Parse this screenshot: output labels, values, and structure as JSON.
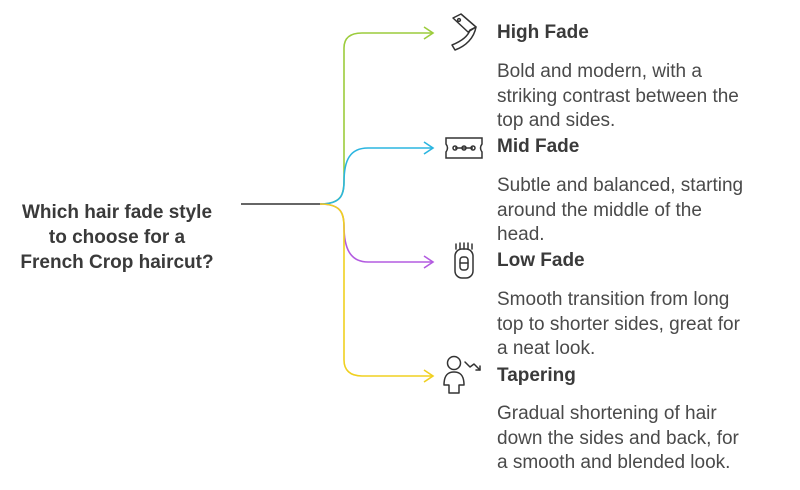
{
  "question": {
    "line1": "Which hair fade style",
    "line2": "to choose for a",
    "line3": "French Crop haircut?"
  },
  "options": [
    {
      "title": "High Fade",
      "icon": "razor-icon",
      "color": "#9ccc3c",
      "desc": [
        "Bold and modern, with a",
        "striking contrast between the",
        "top and sides."
      ]
    },
    {
      "title": "Mid Fade",
      "icon": "razor-blade-icon",
      "color": "#2bb5e0",
      "desc": [
        "Subtle and balanced, starting",
        "around the middle of the",
        "head."
      ]
    },
    {
      "title": "Low Fade",
      "icon": "hair-clipper-icon",
      "color": "#b35be0",
      "desc": [
        "Smooth transition from long",
        "top to shorter sides, great for",
        "a neat look."
      ]
    },
    {
      "title": "Tapering",
      "icon": "person-taper-icon",
      "color": "#f0d020",
      "desc": [
        "Gradual shortening of hair",
        "down the sides and back, for",
        "a smooth and blended look."
      ]
    }
  ],
  "colors": {
    "stem": "#333333",
    "text": "#3a3a3a"
  }
}
